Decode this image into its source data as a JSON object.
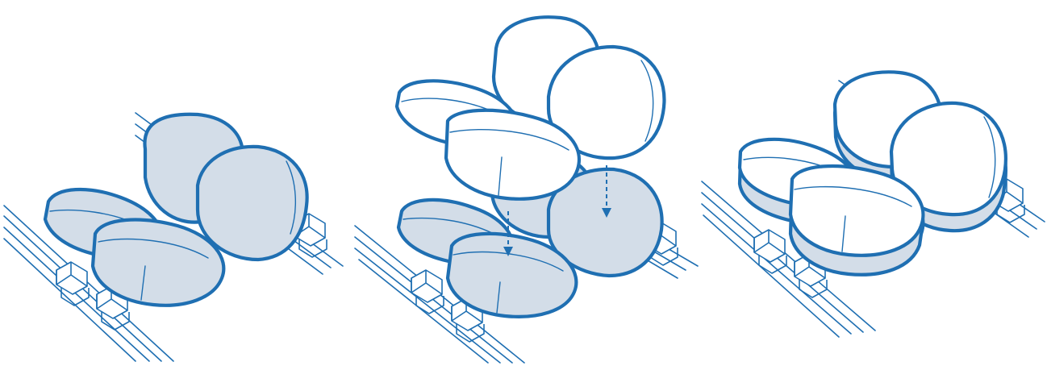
{
  "diagram": {
    "panels": [
      {
        "id": "step-1",
        "state": "seat-and-back-cushions-filled",
        "cushion_fill": "filled"
      },
      {
        "id": "step-2",
        "state": "overlay-cushions-being-placed",
        "cushion_fill": "mixed",
        "arrows": 2
      },
      {
        "id": "step-3",
        "state": "cushions-stacked",
        "cushion_fill": "outline-with-band"
      }
    ]
  },
  "colors": {
    "stroke": "#1f6fb2",
    "fill_light": "#d3dde8",
    "fill_white": "#ffffff",
    "background": "#ffffff"
  },
  "icons": [
    "rail-icon",
    "clip-icon",
    "cushion-icon",
    "arrow-down-icon"
  ]
}
